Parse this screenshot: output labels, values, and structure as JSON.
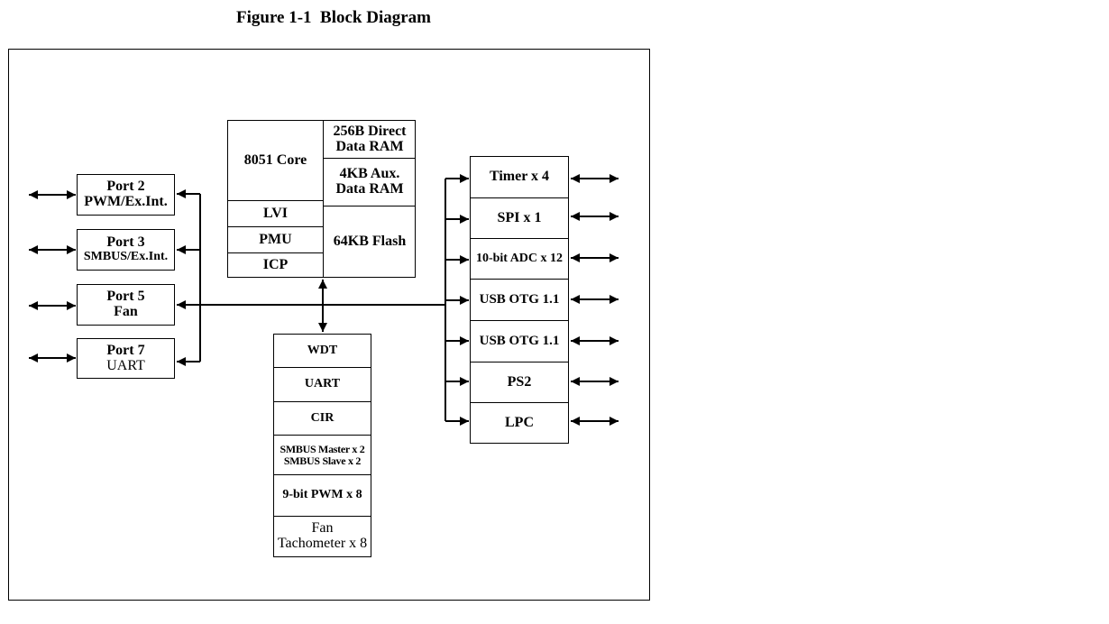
{
  "figure": {
    "title": "Figure 1-1  Block Diagram"
  },
  "core": {
    "core_label": "8051 Core",
    "ram_direct": [
      "256B Direct",
      "Data RAM"
    ],
    "ram_aux": [
      "4KB Aux.",
      "Data RAM"
    ],
    "lvi": "LVI",
    "pmu": "PMU",
    "icp": "ICP",
    "flash": "64KB Flash"
  },
  "ports": [
    {
      "line1": "Port 2",
      "line2": "PWM/Ex.Int."
    },
    {
      "line1": "Port 3",
      "line2": "SMBUS/Ex.Int."
    },
    {
      "line1": "Port 5",
      "line2": "Fan"
    },
    {
      "line1": "Port 7",
      "line2": "UART"
    }
  ],
  "peripherals_center": {
    "wdt": "WDT",
    "uart": "UART",
    "cir": "CIR",
    "smbus": [
      "SMBUS Master x 2",
      "SMBUS Slave x 2"
    ],
    "pwm": "9-bit PWM x 8",
    "fan": [
      "Fan",
      "Tachometer x 8"
    ]
  },
  "peripherals_right": [
    "Timer x 4",
    "SPI x 1",
    "10-bit ADC x 12",
    "USB OTG 1.1",
    "USB OTG 1.1",
    "PS2",
    "LPC"
  ]
}
